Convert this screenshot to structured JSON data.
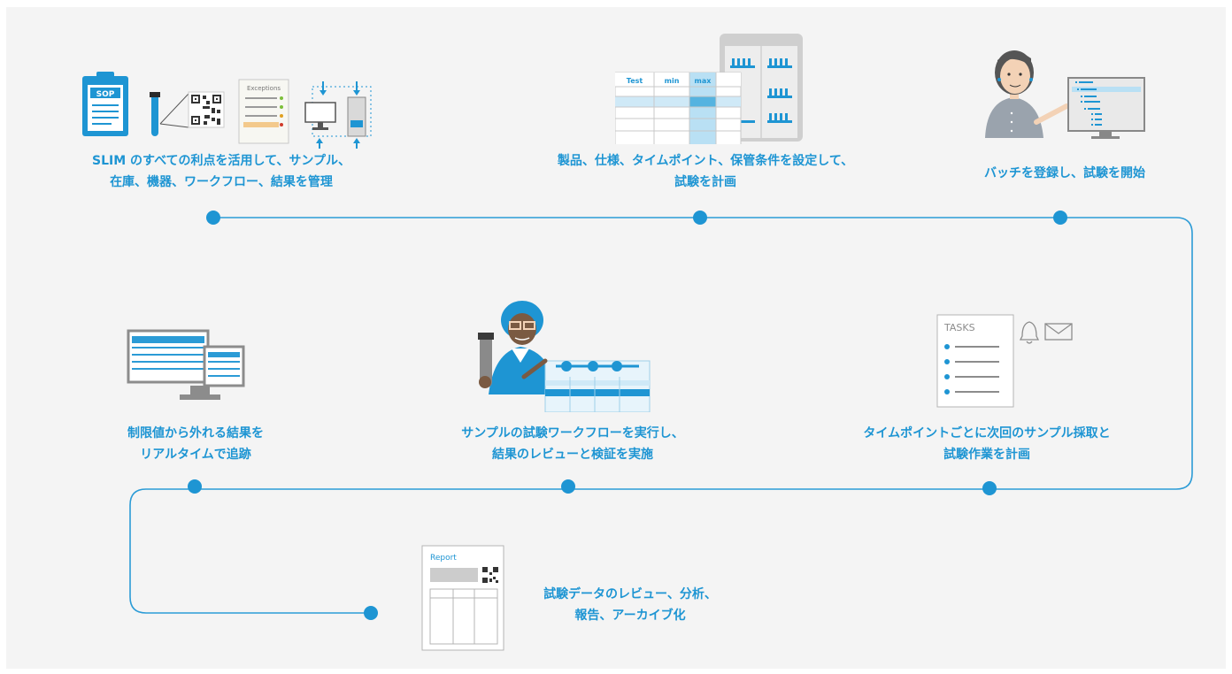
{
  "steps": [
    {
      "id": "manage",
      "lines": [
        "SLIM のすべての利点を活用して、サンプル、",
        "在庫、機器、ワークフロー、結果を管理"
      ]
    },
    {
      "id": "plan",
      "lines": [
        "製品、仕様、タイムポイント、保管条件を設定して、",
        "試験を計画"
      ]
    },
    {
      "id": "batch",
      "lines": [
        "バッチを登録し、試験を開始"
      ]
    },
    {
      "id": "tasks",
      "lines": [
        "タイムポイントごとに次回のサンプル採取と",
        "試験作業を計画"
      ]
    },
    {
      "id": "execute",
      "lines": [
        "サンプルの試験ワークフローを実行し、",
        "結果のレビューと検証を実施"
      ]
    },
    {
      "id": "track",
      "lines": [
        "制限値から外れる結果を",
        "リアルタイムで追跡"
      ]
    },
    {
      "id": "report",
      "lines": [
        "試験データのレビュー、分析、",
        "報告、アーカイブ化"
      ]
    }
  ],
  "icons": {
    "sop_label": "SOP",
    "exceptions_label": "Exceptions",
    "table_headers": [
      "Test",
      "min",
      "max"
    ],
    "tasks_label": "TASKS",
    "report_label": "Report"
  },
  "colors": {
    "accent": "#1e95d3",
    "line": "#2b9bd6",
    "gray": "#8c8c8c",
    "light_blue": "#b9e0f4"
  }
}
